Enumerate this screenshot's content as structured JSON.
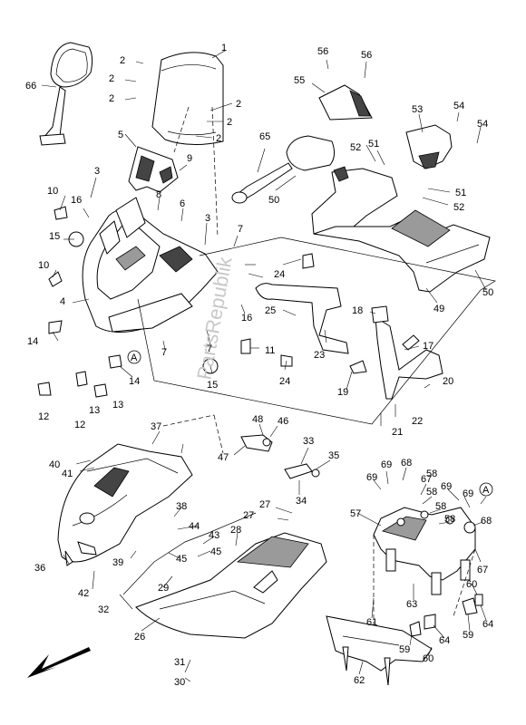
{
  "diagram": {
    "watermark": "PartsRepublik",
    "callouts": [
      "1",
      "2",
      "3",
      "4",
      "5",
      "6",
      "7",
      "8",
      "9",
      "10",
      "11",
      "12",
      "13",
      "14",
      "15",
      "16",
      "17",
      "18",
      "19",
      "20",
      "21",
      "22",
      "23",
      "24",
      "25",
      "26",
      "27",
      "28",
      "29",
      "30",
      "31",
      "32",
      "33",
      "34",
      "35",
      "36",
      "37",
      "38",
      "39",
      "40",
      "41",
      "42",
      "43",
      "44",
      "45",
      "46",
      "47",
      "48",
      "49",
      "50",
      "51",
      "52",
      "53",
      "54",
      "55",
      "56",
      "57",
      "58",
      "59",
      "60",
      "61",
      "62",
      "63",
      "64",
      "65",
      "66",
      "67",
      "68",
      "69",
      "A"
    ]
  }
}
